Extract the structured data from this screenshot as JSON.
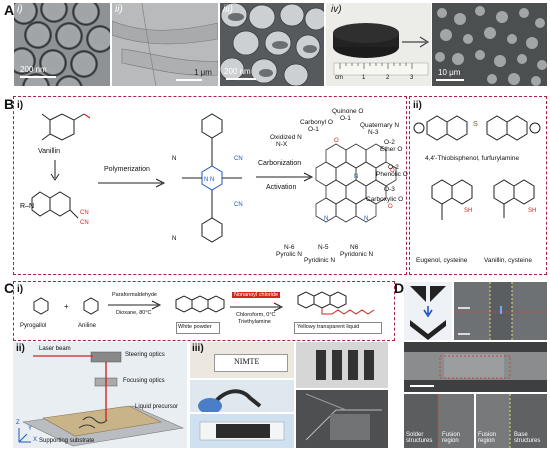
{
  "panels": {
    "A": {
      "label": "A",
      "sub": [
        "i)",
        "ii)",
        "iii)",
        "iv)"
      ],
      "scale": [
        "200 nm",
        "1 μm",
        "200 nm",
        "10 μm"
      ],
      "ruler_numbers": [
        "1",
        "2",
        "3"
      ],
      "ruler_unit": "cm"
    },
    "B": {
      "label": "B",
      "sub": [
        "i)",
        "ii)"
      ],
      "vanillin": "Vanillin",
      "polymerization": "Polymerization",
      "carbonization": "Carbonization",
      "activation": "Activation",
      "groups": [
        "Quinone O",
        "O-1",
        "Carbonyl O",
        "O-1",
        "Quaternary N",
        "N-3",
        "Ether O",
        "O-2",
        "Oxidized N",
        "N-X",
        "O-2",
        "Phenolic O",
        "O-3",
        "Carboxylic O",
        "N-6",
        "Pyrolic N",
        "N-5",
        "Pyridinic N",
        "N6",
        "Pyridonic N"
      ],
      "monomers": [
        "4,4'-Thiobisphenol, furfurylamine",
        "Eugenol, cysteine",
        "Vanillin, cysteine"
      ]
    },
    "C": {
      "label": "C",
      "sub": [
        "i)",
        "ii)",
        "iii)"
      ],
      "reagents": [
        "Pyrogallol",
        "Aniline"
      ],
      "conditions1": [
        "Paraformaldehyde",
        "Dioxane, 80°C"
      ],
      "conditions2": [
        "Nonanoyl chloride",
        "Chloroform, 0°C",
        "Triethylamine"
      ],
      "products": [
        "White powder",
        "Yellowy transparent liquid"
      ],
      "setup": [
        "Laser beam",
        "Steering optics",
        "Focusing optics",
        "Liquid precursor",
        "Supporting substrate"
      ],
      "axes": [
        "X",
        "Y",
        "Z"
      ],
      "sign": "NIMTE"
    },
    "D": {
      "label": "D",
      "regions": [
        "Solder structures",
        "Fusion region",
        "Fusion region",
        "Base structures"
      ]
    }
  },
  "colors": {
    "accent_red": "#d0261f",
    "dashed_border": "#b03040"
  }
}
